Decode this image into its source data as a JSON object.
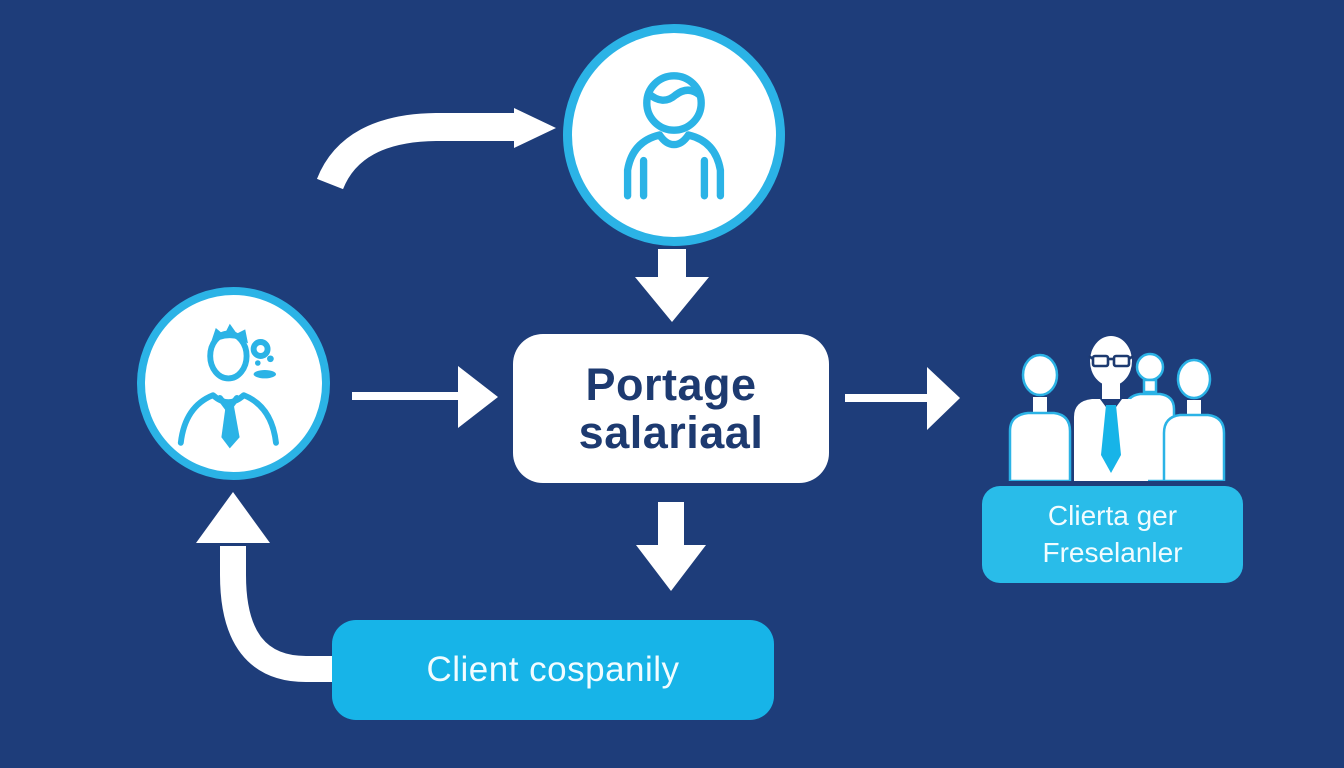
{
  "colors": {
    "bg": "#1e3d7a",
    "cyan": "#17b4e8",
    "cyan_light": "#29bce9",
    "cyan_border": "#2bb3e6",
    "navy": "#1d3a70"
  },
  "diagram": {
    "title_box": {
      "line1": "Portage",
      "line2": "salariaal"
    },
    "freelancer_box": {
      "line1": "Clierta ger",
      "line2": "Freselanler"
    },
    "client_box": {
      "label": "Client cospanily"
    },
    "icons": {
      "top": "person-icon",
      "left": "person-gear-icon",
      "right": "team-icon"
    },
    "arrows": [
      "curved-arrow-to-person",
      "down-arrow-person-to-portage",
      "right-arrow-manager-to-portage",
      "right-arrow-portage-to-team",
      "down-arrow-portage-to-client",
      "curved-up-arrow-client-to-manager"
    ]
  }
}
